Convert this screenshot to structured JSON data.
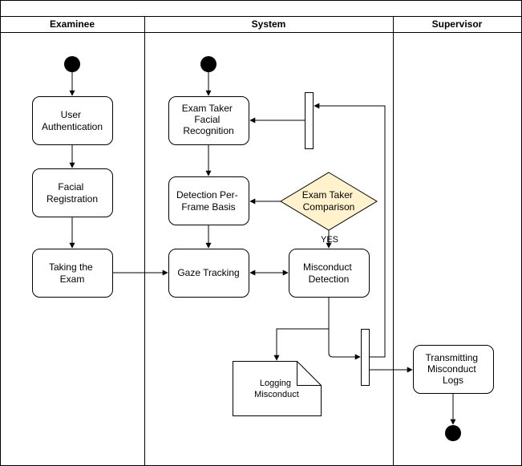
{
  "lanes": {
    "examinee": "Examinee",
    "system": "System",
    "supervisor": "Supervisor"
  },
  "nodes": {
    "user_auth": [
      "User",
      "Authentication"
    ],
    "facial_reg": [
      "Facial",
      "Registration"
    ],
    "taking_exam": [
      "Taking the",
      "Exam"
    ],
    "facial_recog": [
      "Exam Taker",
      "Facial",
      "Recognition"
    ],
    "detection": [
      "Detection Per-",
      "Frame Basis"
    ],
    "comparison": [
      "Exam Taker",
      "Comparison"
    ],
    "gaze": [
      "Gaze Tracking"
    ],
    "misconduct": [
      "Misconduct",
      "Detection"
    ],
    "logging": [
      "Logging",
      "Misconduct"
    ],
    "transmitting": [
      "Transmitting",
      "Misconduct",
      "Logs"
    ]
  },
  "labels": {
    "yes": "YES"
  },
  "colors": {
    "decision_fill": "#fff2cc",
    "decision_stroke": "#000000",
    "node_fill": "#ffffff",
    "line": "#000000"
  }
}
